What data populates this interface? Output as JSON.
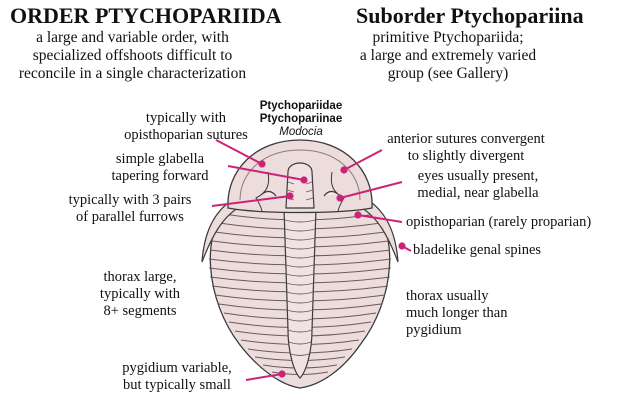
{
  "left_header": {
    "title": "ORDER PTYCHOPARIIDA",
    "description": [
      "a large and variable order, with",
      "specialized offshoots difficult to",
      "reconcile in a single characterization"
    ]
  },
  "right_header": {
    "title": "Suborder Ptychopariina",
    "description": [
      "primitive Ptychopariida;",
      "a large and extremely varied",
      "group (see Gallery)"
    ]
  },
  "specimen": {
    "family": "Ptychopariidae",
    "subfamily": "Ptychopariinae",
    "genus": "Modocia"
  },
  "labels": {
    "sutures": [
      "typically with",
      "opisthoparian sutures"
    ],
    "glabella": [
      "simple glabella",
      "tapering forward"
    ],
    "furrows": [
      "typically with 3 pairs",
      "of parallel furrows"
    ],
    "thorax_left": [
      "thorax large,",
      "typically with",
      "8+ segments"
    ],
    "pygidium": [
      "pygidium variable,",
      "but typically small"
    ],
    "anterior": [
      "anterior sutures convergent",
      "to slightly divergent"
    ],
    "eyes": [
      "eyes usually present,",
      "medial, near glabella"
    ],
    "opisthoparian": "opisthoparian (rarely proparian)",
    "spines": "bladelike genal spines",
    "thorax_right": [
      "thorax usually",
      "much longer than",
      "pygidium"
    ]
  },
  "colors": {
    "pointer": "#cc2277",
    "body_fill": "#ecdcdc",
    "outline": "#3a3a3a"
  }
}
